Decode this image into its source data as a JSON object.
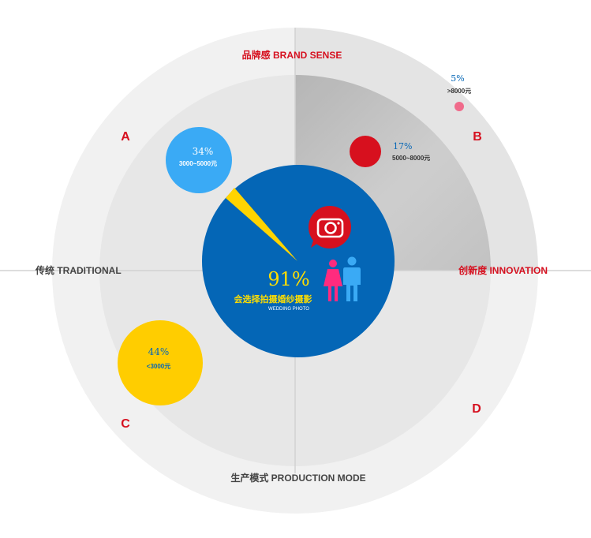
{
  "axes": {
    "top": "品牌感 BRAND SENSE",
    "left": "传统 TRADITIONAL",
    "right": "创新度 INNOVATION",
    "bottom": "生产模式 PRODUCTION MODE"
  },
  "quadrants": {
    "a": "A",
    "b": "B",
    "c": "C",
    "d": "D"
  },
  "center": {
    "percent": "91%",
    "caption": "会选择拍摄婚纱摄影",
    "subcaption": "WEDDING PHOTO"
  },
  "bubbles": [
    {
      "percent": "34%",
      "label": "3000~5000元",
      "color": "#3aaaf5"
    },
    {
      "percent": "17%",
      "label": "5000~8000元",
      "color": "#d7101e"
    },
    {
      "percent": "5%",
      "label": ">8000元",
      "color": "#f06b8b"
    },
    {
      "percent": "44%",
      "label": "<3000元",
      "color": "#ffcd00"
    }
  ],
  "icons": [
    "camera-icon",
    "woman-icon",
    "man-icon"
  ],
  "colors": {
    "main_circle": "#0466b6",
    "slice": "#ffd400",
    "axis_text": "#d6101f",
    "label_gold": "#ffde00"
  }
}
